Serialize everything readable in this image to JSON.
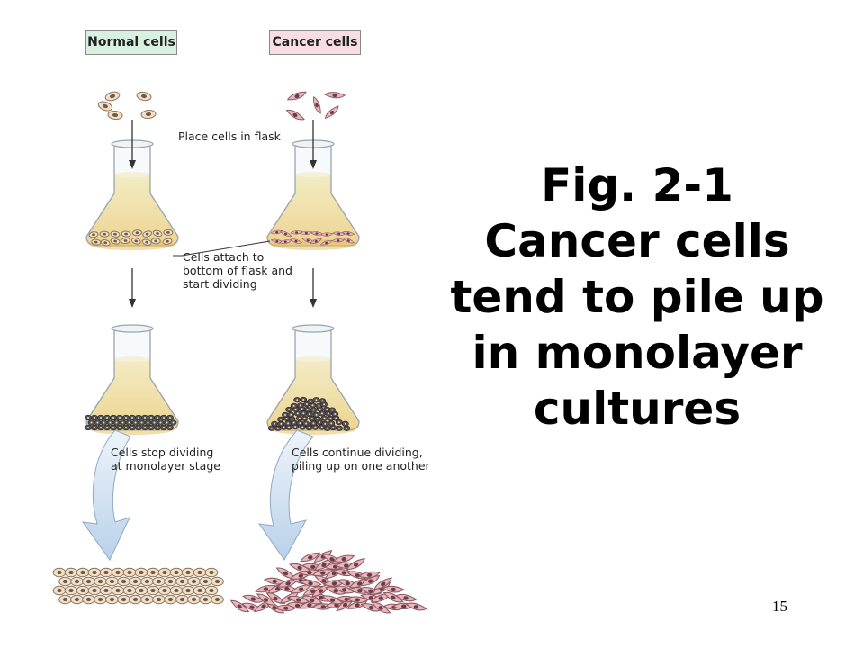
{
  "labels": {
    "normal": "Normal cells",
    "cancer": "Cancer cells"
  },
  "annotations": {
    "place": "Place cells in flask",
    "attach": "Cells attach to\nbottom of flask and\nstart dividing",
    "stop": "Cells stop dividing\nat monolayer stage",
    "continue": "Cells continue dividing,\npiling up on one another"
  },
  "title": "Fig. 2-1\nCancer cells\ntend to pile up\nin monolayer\ncultures",
  "page_number": "15",
  "colors": {
    "normal_label_bg": "#d9efe0",
    "cancer_label_bg": "#f8dde2",
    "normal_cell": "#f3dfc6",
    "cancer_cell": "#eab5bd",
    "medium": "#f6d98a",
    "flow_arrow": "#c9dcef"
  }
}
